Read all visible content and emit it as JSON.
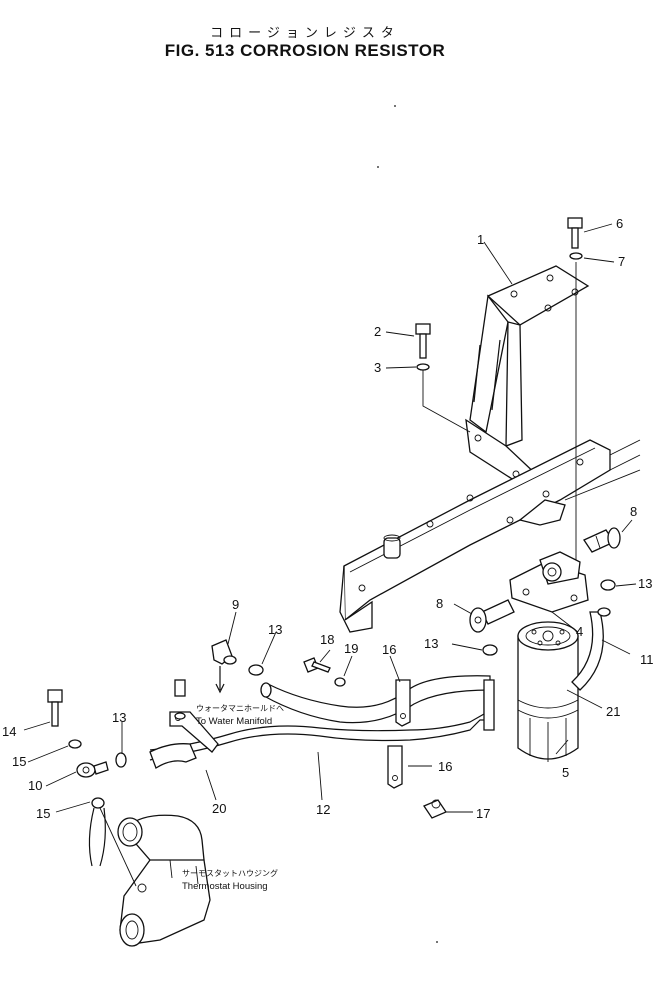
{
  "header": {
    "title_jp": "コロージョンレジスタ",
    "title_en": "FIG. 513  CORROSION RESISTOR"
  },
  "notes": {
    "water_manifold_jp": "ウォータマニホールドへ",
    "water_manifold_en": "To  Water  Manifold",
    "thermostat_jp": "サーモスタットハウジング",
    "thermostat_en": "Thermostat  Housing"
  },
  "callouts": {
    "c1": "1",
    "c2": "2",
    "c3": "3",
    "c4": "4",
    "c5": "5",
    "c6": "6",
    "c7": "7",
    "c8a": "8",
    "c8b": "8",
    "c9": "9",
    "c10": "10",
    "c11": "11",
    "c12": "12",
    "c13a": "13",
    "c13b": "13",
    "c13c": "13",
    "c13d": "13",
    "c14": "14",
    "c15a": "15",
    "c15b": "15",
    "c16a": "16",
    "c16b": "16",
    "c17": "17",
    "c18": "18",
    "c19": "19",
    "c20": "20",
    "c21": "21"
  }
}
